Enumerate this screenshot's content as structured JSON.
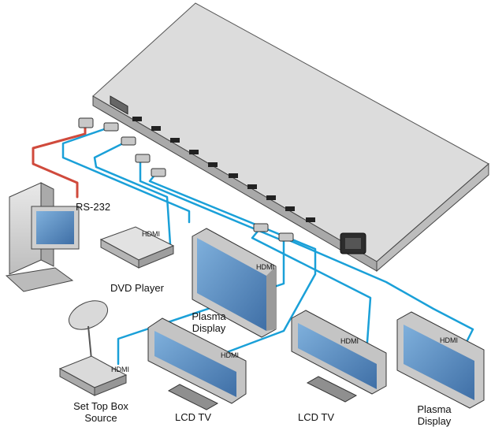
{
  "labels": {
    "rs232": "RS-232",
    "dvd_player": "DVD Player",
    "plasma_display_top": "Plasma\nDisplay",
    "set_top_box": "Set Top Box\nSource",
    "lcd_tv_left": "LCD TV",
    "lcd_tv_right": "LCD TV",
    "plasma_display_right": "Plasma\nDisplay"
  },
  "cable_tags": {
    "hdmi_dvd": "HDMI",
    "hdmi_plasma_top": "HDMI",
    "hdmi_stb": "HDMI",
    "hdmi_lcd_left": "HDMI",
    "hdmi_lcd_right": "HDMI",
    "hdmi_plasma_right": "HDMI"
  },
  "colors": {
    "cable_hdmi": "#1aa0d8",
    "cable_rs232": "#d04a3c",
    "device_body": "#cfcfcf",
    "screen": "#5b8fc4"
  }
}
